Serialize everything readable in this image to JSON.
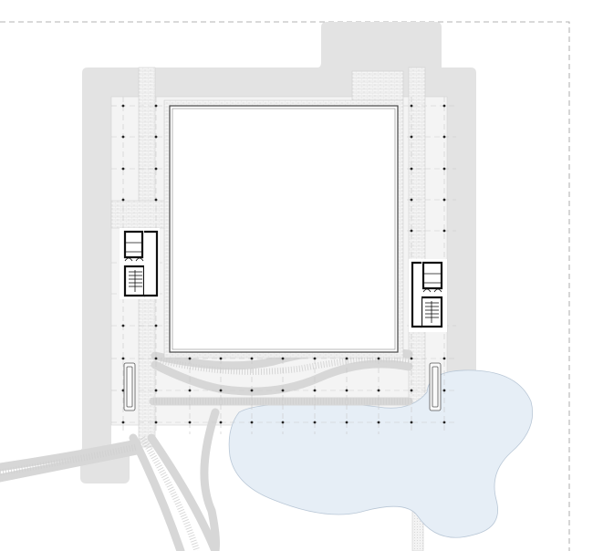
{
  "drawing": {
    "type": "site-plan",
    "elements": [
      "perimeter-wall",
      "paved-walkway",
      "central-courtyard",
      "structural-column-grid",
      "stair-core-west",
      "stair-core-east",
      "pond",
      "footpaths",
      "benches",
      "site-boundary"
    ]
  },
  "colors": {
    "wall": "#e3e3e3",
    "pond": "#e6eef6",
    "line": "#111111",
    "grid": "#c9c9c9"
  }
}
